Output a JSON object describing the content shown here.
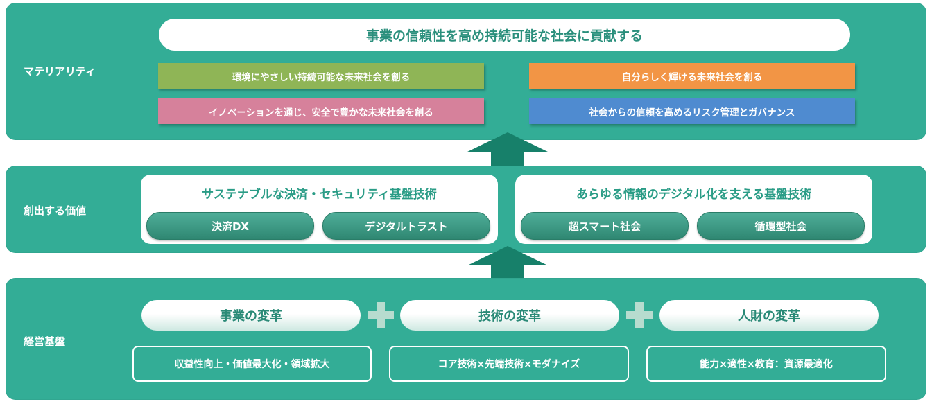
{
  "materiality": {
    "label": "マテリアリティ",
    "headline": "事業の信頼性を高め持続可能な社会に貢献する",
    "items": [
      {
        "text": "環境にやさしい持続可能な未来社会を創る",
        "color": "#8fb556"
      },
      {
        "text": "自分らしく輝ける未来社会を創る",
        "color": "#f29545"
      },
      {
        "text": "イノベーションを通じ、安全で豊かな未来社会を創る",
        "color": "#d6819b"
      },
      {
        "text": "社会からの信頼を高めるリスク管理とガバナンス",
        "color": "#4f8bd0"
      }
    ]
  },
  "value": {
    "label": "創出する価値",
    "cards": [
      {
        "title": "サステナブルな決済・セキュリティ基盤技術",
        "chips": [
          "決済DX",
          "デジタルトラスト"
        ]
      },
      {
        "title": "あらゆる情報のデジタル化を支える基盤技術",
        "chips": [
          "超スマート社会",
          "循環型社会"
        ]
      }
    ]
  },
  "foundation": {
    "label": "経営基盤",
    "reforms": [
      "事業の変革",
      "技術の変革",
      "人財の変革"
    ],
    "details": [
      "収益性向上・価値最大化・領域拡大",
      "コア技術×先端技術×モダナイズ",
      "能力×適性×教育：資源最適化"
    ]
  },
  "colors": {
    "band": "#33ad96",
    "arrow": "#17806a",
    "plus": "#b7dccf"
  }
}
